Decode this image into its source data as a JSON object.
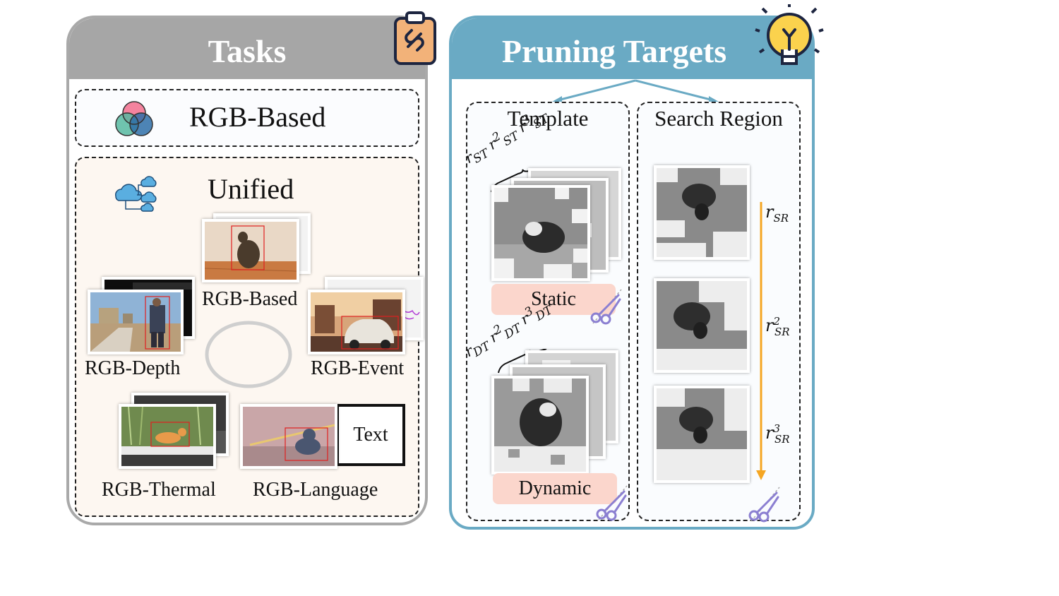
{
  "tasks": {
    "title": "Tasks",
    "rgb_based_label": "RGB-Based",
    "unified_label": "Unified",
    "captions": {
      "rgb_based": "RGB-Based",
      "rgb_depth": "RGB-Depth",
      "rgb_event": "RGB-Event",
      "rgb_thermal": "RGB-Thermal",
      "rgb_language": "RGB-Language"
    },
    "text_box": "Text"
  },
  "pruning": {
    "title": "Pruning Targets",
    "template_label": "Template",
    "search_label": "Search Region",
    "static_label": "Static",
    "dynamic_label": "Dynamic",
    "st_ratios": {
      "base": "r",
      "sub": "ST",
      "sup2": "2",
      "sup3": "3"
    },
    "dt_ratios": {
      "base": "r",
      "sub": "DT",
      "sup2": "2",
      "sup3": "3"
    },
    "sr_ratios": {
      "base": "r",
      "sub": "SR",
      "sup2": "2",
      "sup3": "3"
    }
  },
  "colors": {
    "tasks_header": "#a6a6a6",
    "pruning_header": "#6aaac4",
    "pill": "#fbd6cc",
    "arrow_orange": "#f5a623",
    "scissor": "#8b7fd1"
  },
  "icons": [
    "clipboard-link-icon",
    "lightbulb-icon",
    "venn-icon",
    "cloud-network-icon",
    "scissors-icon"
  ]
}
